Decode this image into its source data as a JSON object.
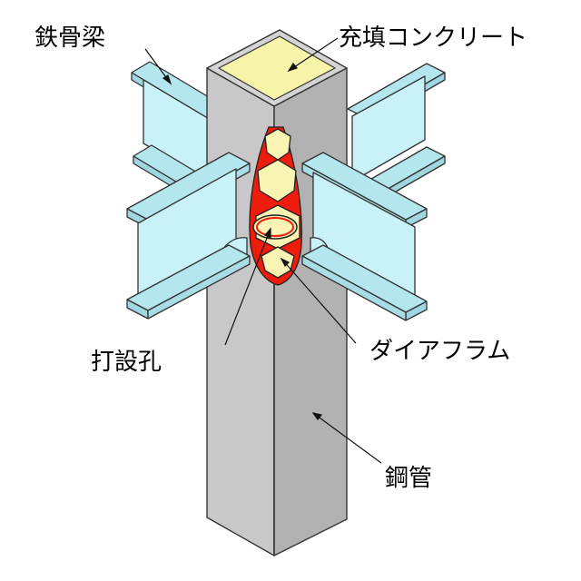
{
  "labels": {
    "steel_beam": "鉄骨梁",
    "filled_concrete": "充填コンクリート",
    "casting_hole": "打設孔",
    "diaphragm": "ダイアフラム",
    "steel_pipe": "鋼管"
  },
  "colors": {
    "beam_fill": "#c8f2f8",
    "beam_flange": "#b4e6ee",
    "pipe_front": "#c8c8c8",
    "pipe_side": "#b2b2b2",
    "concrete_top": "#f7f3a8",
    "diaphragm_red": "#ee1c0c",
    "diaphragm_cream": "#faf4b4",
    "outline": "#222222"
  }
}
